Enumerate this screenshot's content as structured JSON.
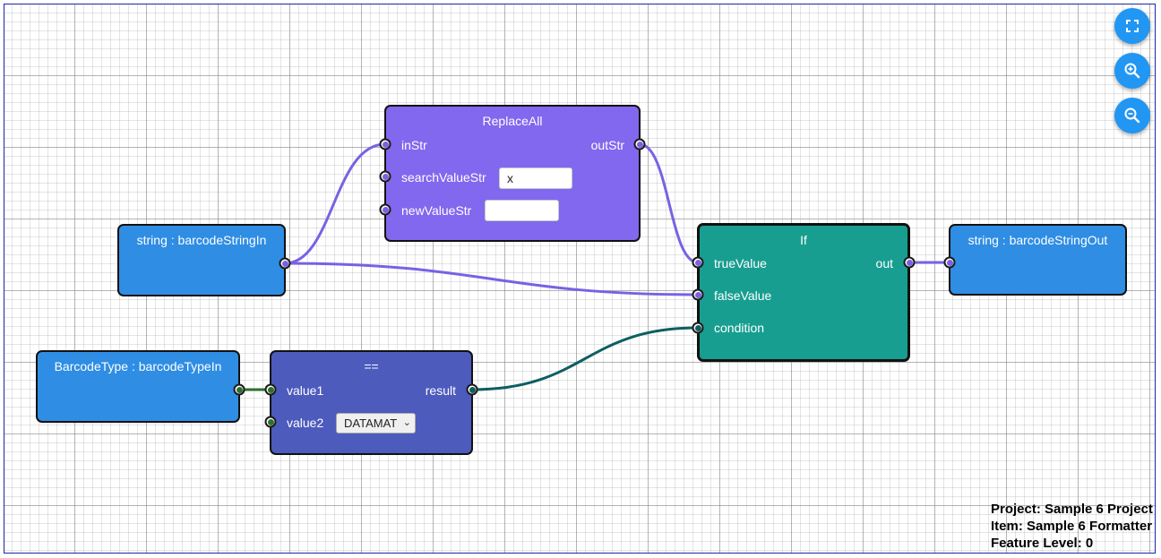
{
  "colors": {
    "string_node": "#2f8de4",
    "replace_node": "#8168ee",
    "if_node": "#179e90",
    "equals_node": "#4d5bbd",
    "string_wire": "#7a61e3",
    "bool_wire": "#0f5e60",
    "enum_wire": "#2e6e2e",
    "fab": "#2196f3"
  },
  "toolbar": {
    "fullscreen_icon": "fullscreen-icon",
    "zoom_in_icon": "zoom-in-icon",
    "zoom_out_icon": "zoom-out-icon"
  },
  "nodes": {
    "barcode_string_in": {
      "title": "string : barcodeStringIn"
    },
    "replace_all": {
      "title": "ReplaceAll",
      "in_str": "inStr",
      "search_value_str": "searchValueStr",
      "search_value": "x",
      "new_value_str": "newValueStr",
      "new_value": "",
      "out_str": "outStr"
    },
    "if": {
      "title": "If",
      "true_value": "trueValue",
      "false_value": "falseValue",
      "condition": "condition",
      "out": "out"
    },
    "barcode_string_out": {
      "title": "string : barcodeStringOut"
    },
    "barcode_type_in": {
      "title": "BarcodeType : barcodeTypeIn"
    },
    "equals": {
      "title": "==",
      "value1": "value1",
      "value2": "value2",
      "value2_selected": "DATAMAT",
      "result": "result"
    }
  },
  "info": {
    "project": "Project: Sample 6 Project",
    "item": "Item: Sample 6 Formatter",
    "feature_level": "Feature Level: 0"
  }
}
